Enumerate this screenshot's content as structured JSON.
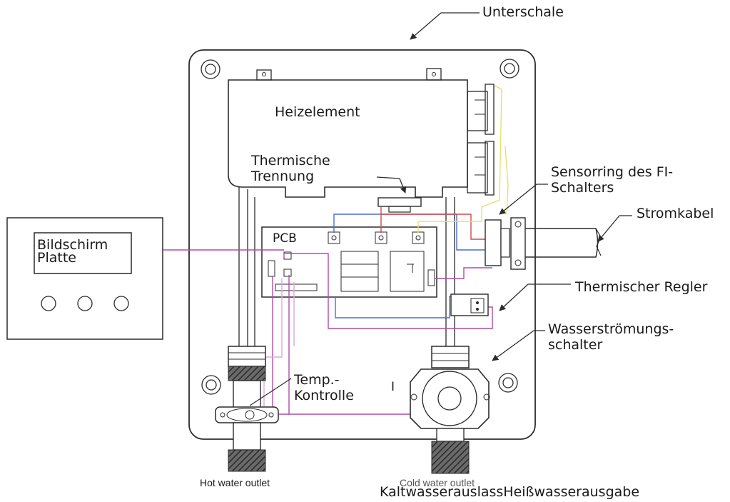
{
  "labels": {
    "unterschale": "Unterschale",
    "heizelement": "Heizelement",
    "thermische_1": "Thermische",
    "thermische_2": "Trennung",
    "sensorring_1": "Sensorring des FI-",
    "sensorring_2": "Schalters",
    "stromkabel": "Stromkabel",
    "pcb": "PCB",
    "bildschirm_1": "Bildschirm",
    "bildschirm_2": "Platte",
    "thermischer_regler": "Thermischer Regler",
    "wasser_1": "Wasserströmungs-",
    "wasser_2": "schalter",
    "temp_1": "Temp.-",
    "temp_2": "Kontrolle",
    "switch_mark": "I",
    "hot_outlet": "Hot water outlet",
    "cold_outlet": "Cold water outlet",
    "german_outlets": "KaltwasserauslassHeißwasserausgabe"
  },
  "colors": {
    "line": "#2b2b2b",
    "wire_magenta": "#b04ca8",
    "wire_pink": "#e0a8d8",
    "wire_blue": "#4a6fd0",
    "wire_red": "#d04a4a",
    "wire_yellow": "#e6e070",
    "hatch": "#4a4a4a"
  }
}
